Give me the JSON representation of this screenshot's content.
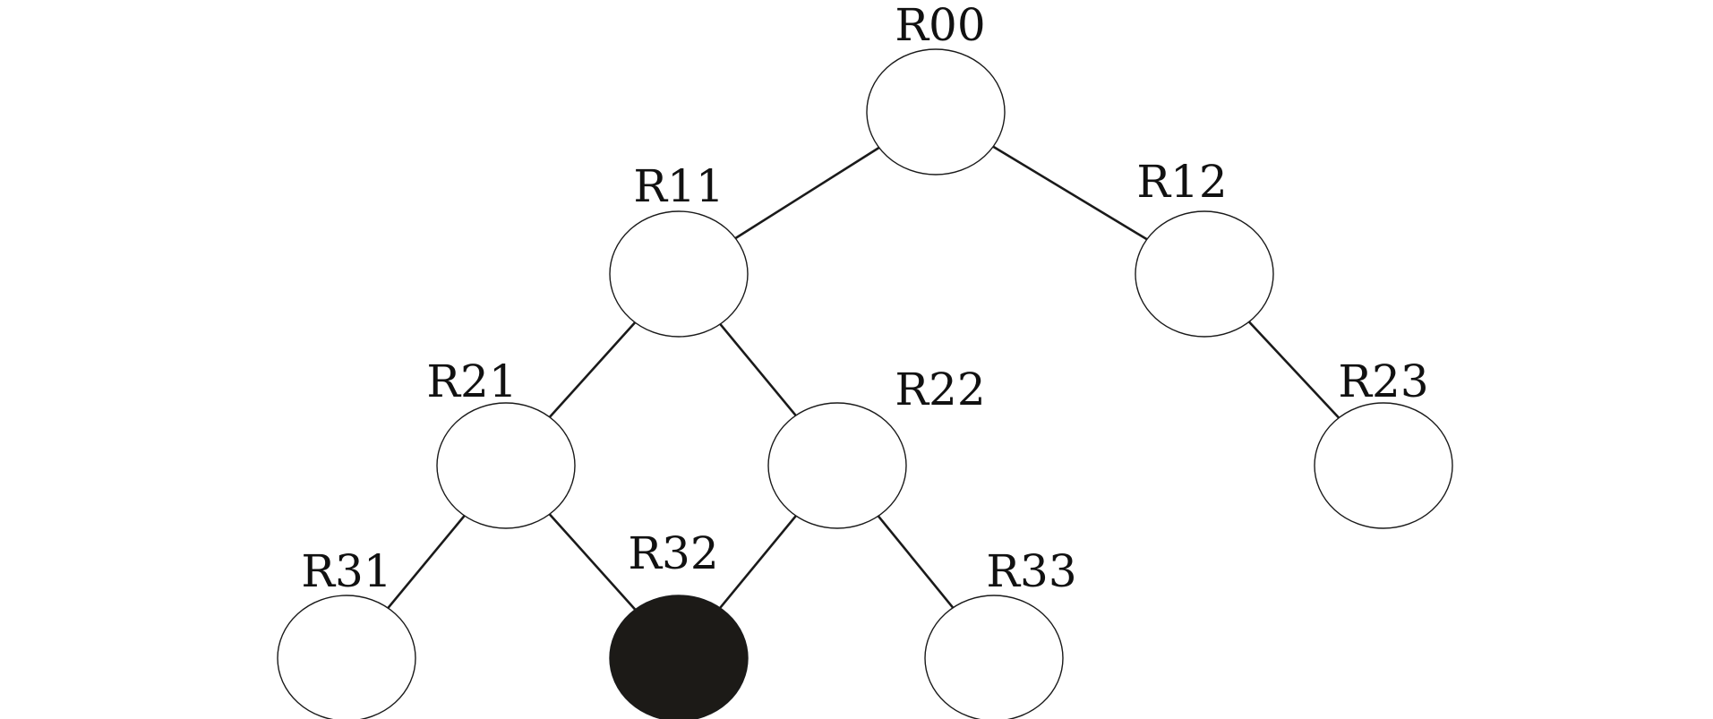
{
  "colors": {
    "background": "#ffffff",
    "line": "#1a1a1a",
    "node_fill": "#ffffff",
    "highlight_fill": "#1c1a17"
  },
  "nodes": [
    {
      "id": "R00",
      "label": "R00",
      "highlighted": false
    },
    {
      "id": "R11",
      "label": "R11",
      "highlighted": false
    },
    {
      "id": "R12",
      "label": "R12",
      "highlighted": false
    },
    {
      "id": "R21",
      "label": "R21",
      "highlighted": false
    },
    {
      "id": "R22",
      "label": "R22",
      "highlighted": false
    },
    {
      "id": "R23",
      "label": "R23",
      "highlighted": false
    },
    {
      "id": "R31",
      "label": "R31",
      "highlighted": false
    },
    {
      "id": "R32",
      "label": "R32",
      "highlighted": true
    },
    {
      "id": "R33",
      "label": "R33",
      "highlighted": false
    }
  ],
  "edges": [
    {
      "from": "R00",
      "to": "R11"
    },
    {
      "from": "R00",
      "to": "R12"
    },
    {
      "from": "R11",
      "to": "R21"
    },
    {
      "from": "R11",
      "to": "R22"
    },
    {
      "from": "R12",
      "to": "R23"
    },
    {
      "from": "R21",
      "to": "R31"
    },
    {
      "from": "R21",
      "to": "R32"
    },
    {
      "from": "R22",
      "to": "R32"
    },
    {
      "from": "R22",
      "to": "R33"
    }
  ]
}
